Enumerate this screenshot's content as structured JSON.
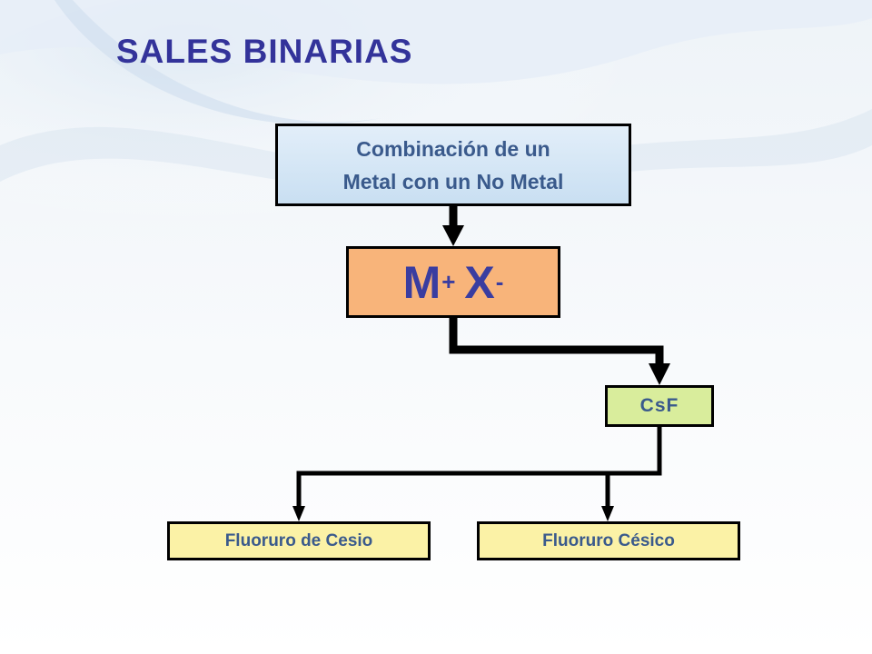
{
  "slide": {
    "title": "SALES BINARIAS"
  },
  "diagram": {
    "definition_lines": [
      "Combinación de un",
      "Metal con un No Metal"
    ],
    "formula": {
      "metal": "M",
      "metal_charge": "+",
      "nonmetal": "X",
      "nonmetal_charge": "-"
    },
    "example": "CsF",
    "names": {
      "stock": "Fluoruro de Cesio",
      "traditional": "Fluoruro Césico"
    }
  },
  "colors": {
    "title": "#33339a",
    "definition_fill": "#d3e6f6",
    "formula_fill": "#f8b47a",
    "example_fill": "#d9ed9c",
    "name_fill": "#fbf2a6",
    "connector": "#000000"
  }
}
